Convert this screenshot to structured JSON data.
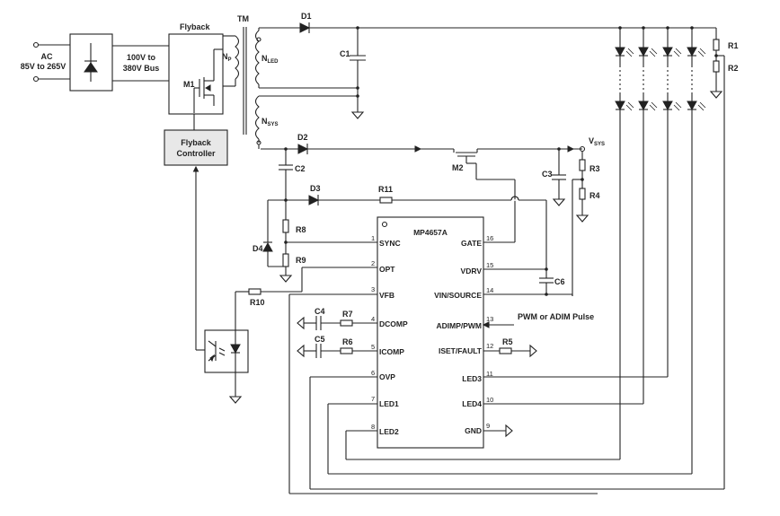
{
  "ac_input": {
    "line1": "AC",
    "line2": "85V to 265V"
  },
  "bus": {
    "line1": "100V to",
    "line2": "380V Bus"
  },
  "flyback_block": {
    "title": "Flyback",
    "m1": "M1",
    "np": "N",
    "np_sub": "P"
  },
  "flyback_controller": {
    "line1": "Flyback",
    "line2": "Controller"
  },
  "transformer": {
    "label": "TM",
    "nled": "N",
    "nled_sub": "LED",
    "nsys": "N",
    "nsys_sub": "SYS"
  },
  "parts": {
    "d1": "D1",
    "d2": "D2",
    "d3": "D3",
    "d4": "D4",
    "c1": "C1",
    "c2": "C2",
    "c3": "C3",
    "c4": "C4",
    "c5": "C5",
    "c6": "C6",
    "r1": "R1",
    "r2": "R2",
    "r3": "R3",
    "r4": "R4",
    "r5": "R5",
    "r6": "R6",
    "r7": "R7",
    "r8": "R8",
    "r9": "R9",
    "r10": "R10",
    "r11": "R11",
    "m2": "M2",
    "vsys": "V",
    "vsys_sub": "SYS"
  },
  "ic": {
    "name": "MP4657A",
    "left_pins": [
      {
        "name": "SYNC",
        "num": "1"
      },
      {
        "name": "OPT",
        "num": "2"
      },
      {
        "name": "VFB",
        "num": "3"
      },
      {
        "name": "DCOMP",
        "num": "4"
      },
      {
        "name": "ICOMP",
        "num": "5"
      },
      {
        "name": "OVP",
        "num": "6"
      },
      {
        "name": "LED1",
        "num": "7"
      },
      {
        "name": "LED2",
        "num": "8"
      }
    ],
    "right_pins": [
      {
        "name": "GATE",
        "num": "16"
      },
      {
        "name": "VDRV",
        "num": "15"
      },
      {
        "name": "VIN/SOURCE",
        "num": "14"
      },
      {
        "name": "ADIMP/PWM",
        "num": "13"
      },
      {
        "name": "ISET/FAULT",
        "num": "12"
      },
      {
        "name": "LED3",
        "num": "11"
      },
      {
        "name": "LED4",
        "num": "10"
      },
      {
        "name": "GND",
        "num": "9"
      }
    ]
  },
  "pwm_label": "PWM or ADIM Pulse"
}
